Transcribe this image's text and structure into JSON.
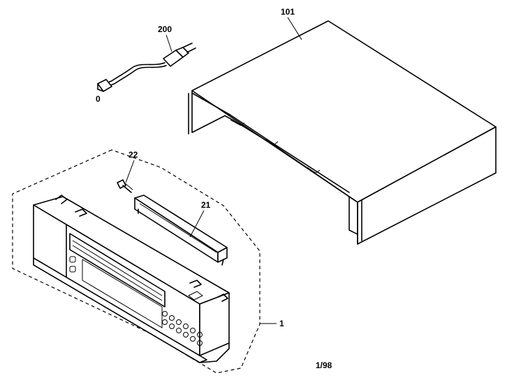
{
  "callouts": {
    "top_cover": "101",
    "power_cord": "200",
    "cord_end": "0",
    "screw": "22",
    "door": "21",
    "front_assembly": "1"
  },
  "footer": {
    "date_code": "1/98"
  },
  "colors": {
    "line": "#000000",
    "background": "#ffffff"
  }
}
